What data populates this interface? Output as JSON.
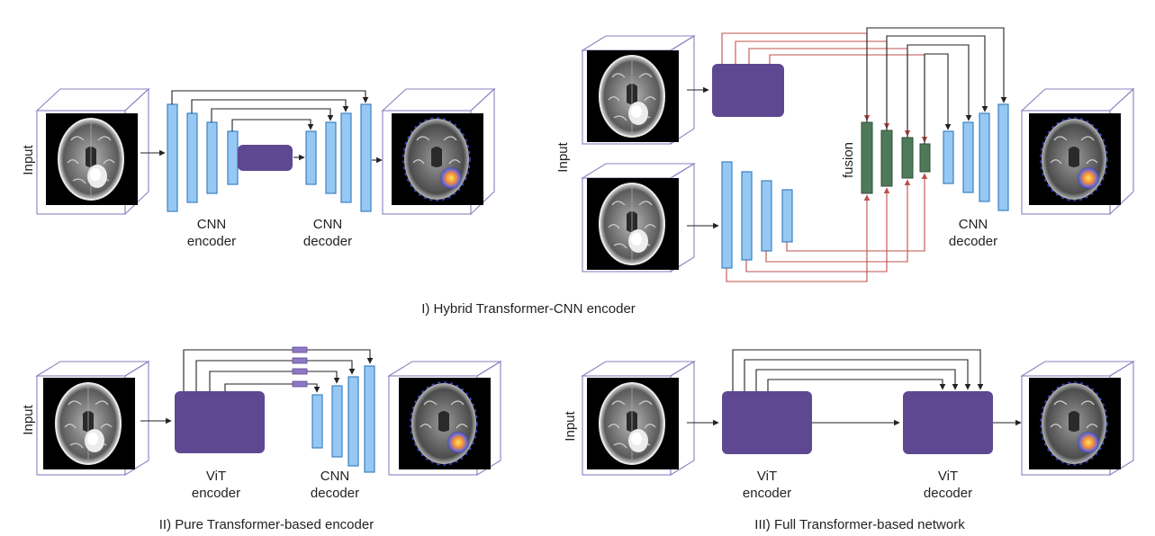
{
  "labels": {
    "input": "Input",
    "cnn_encoder_line1": "CNN",
    "cnn_encoder_line2": "encoder",
    "cnn_decoder_line1": "CNN",
    "cnn_decoder_line2": "decoder",
    "vit_encoder_line1": "ViT",
    "vit_encoder_line2": "encoder",
    "vit_decoder_line1": "ViT",
    "vit_decoder_line2": "decoder",
    "fusion": "fusion"
  },
  "captions": {
    "hybrid": "I) Hybrid Transformer-CNN encoder",
    "pure": "II) Pure Transformer-based encoder",
    "full": "III) Full Transformer-based network"
  },
  "colors": {
    "cnn_block": "#96c8f3",
    "transformer_block": "#5e4891",
    "fusion_block": "#4f7a5a",
    "skip_arrow_red": "#c0504d",
    "arrow_black": "#222222"
  }
}
